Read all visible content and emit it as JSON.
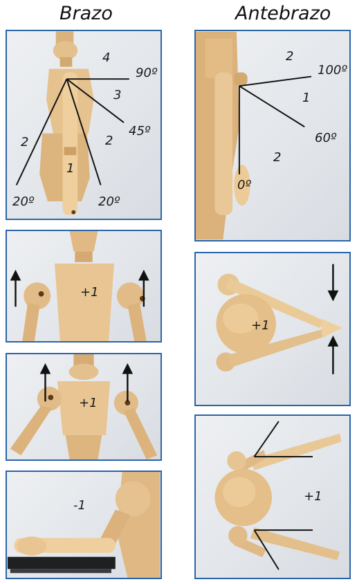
{
  "columns": {
    "left_title": "Brazo",
    "right_title": "Antebrazo"
  },
  "brazo_flexion": {
    "zones": [
      "4",
      "3",
      "2",
      "2",
      "1"
    ],
    "angles": [
      "90º",
      "45º",
      "20º",
      "20º"
    ]
  },
  "brazo_hombro_elevado": {
    "score": "+1"
  },
  "brazo_abduccion": {
    "score": "+1"
  },
  "brazo_apoyado": {
    "score": "-1"
  },
  "antebrazo_flexion": {
    "zones": [
      "2",
      "1",
      "2"
    ],
    "angles": [
      "100º",
      "60º",
      "0º"
    ]
  },
  "antebrazo_cruce_linea_media": {
    "score": "+1"
  },
  "antebrazo_fuera_lateral": {
    "score": "+1"
  },
  "colors": {
    "frame": "#2a64a8",
    "wood": "#e3bd88",
    "line": "#111111"
  }
}
